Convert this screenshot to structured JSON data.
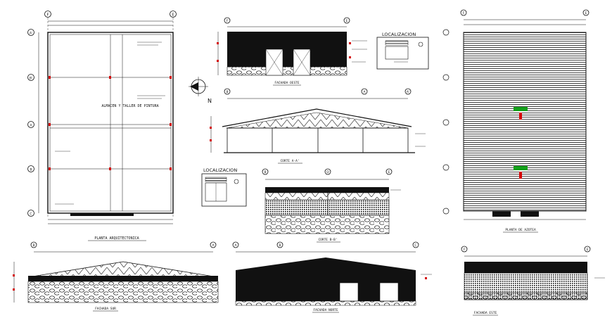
{
  "drawings": {
    "floor_plan": {
      "room_label": "ALMACEN Y TALLER DE PINTURA",
      "title": "PLANTA ARQUITECTONICA",
      "grid_top": [
        "F",
        "E"
      ],
      "grid_left": [
        "A'",
        "B'",
        "A",
        "B",
        "C"
      ]
    },
    "facade_oeste": {
      "title": "FACHADA OESTE",
      "grid": [
        "F",
        "E"
      ]
    },
    "localizacion_1": {
      "title": "LOCALIZACION"
    },
    "corte_aa": {
      "title": "CORTE A-A'",
      "grid": [
        "B",
        "A",
        "A'"
      ]
    },
    "localizacion_2": {
      "title": "LOCALIZACION"
    },
    "corte_bb": {
      "title": "CORTE B-B'",
      "grid": [
        "B",
        "D",
        "E"
      ]
    },
    "planta_azotea": {
      "title": "PLANTA DE AZOTEA",
      "grid": [
        "F",
        "E"
      ]
    },
    "fachada_sur": {
      "title": "FACHADA SUR",
      "grid": [
        "B",
        "A"
      ]
    },
    "fachada_norte": {
      "title": "FACHADA NORTE",
      "grid": [
        "A",
        "B",
        "C"
      ]
    },
    "fachada_este": {
      "title": "FACHADA ESTE",
      "grid": [
        "F",
        "E"
      ]
    },
    "north_label": "N"
  },
  "colors": {
    "ink": "#111111",
    "accent_red": "#d40000",
    "accent_green": "#13a01a"
  }
}
